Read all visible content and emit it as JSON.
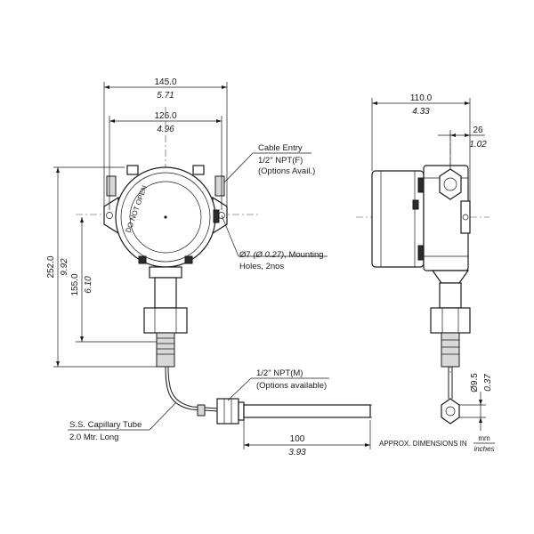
{
  "front_view": {
    "overall_width_mm": "145.0",
    "overall_width_in": "5.71",
    "mount_width_mm": "126.0",
    "mount_width_in": "4.96",
    "overall_height_mm": "252.0",
    "overall_height_in": "9.92",
    "center_height_mm": "155.0",
    "center_height_in": "6.10",
    "cable_entry": [
      "Cable Entry",
      "1/2\" NPT(F)",
      "(Options Avail.)"
    ],
    "mounting_holes_dia": "Ø7 ",
    "mounting_holes_dia_in": "(Ø 0.27)",
    "mounting_holes_label": ", Mounting",
    "mounting_holes_count": "Holes, 2nos",
    "process_conn": [
      "1/2\" NPT(M)",
      "(Options available)"
    ],
    "capillary": [
      "S.S. Capillary Tube",
      "2.0 Mtr. Long"
    ],
    "bulb_length_mm": "100",
    "bulb_length_in": "3.93"
  },
  "side_view": {
    "overall_width_mm": "110.0",
    "overall_width_in": "4.33",
    "offset_mm": "26",
    "offset_in": "1.02",
    "bulb_dia_mm": "Ø9.5",
    "bulb_dia_in": "0.37"
  },
  "legend": {
    "text": "APPROX. DIMENSIONS IN",
    "unit_top": "mm",
    "unit_bottom": "inches"
  }
}
